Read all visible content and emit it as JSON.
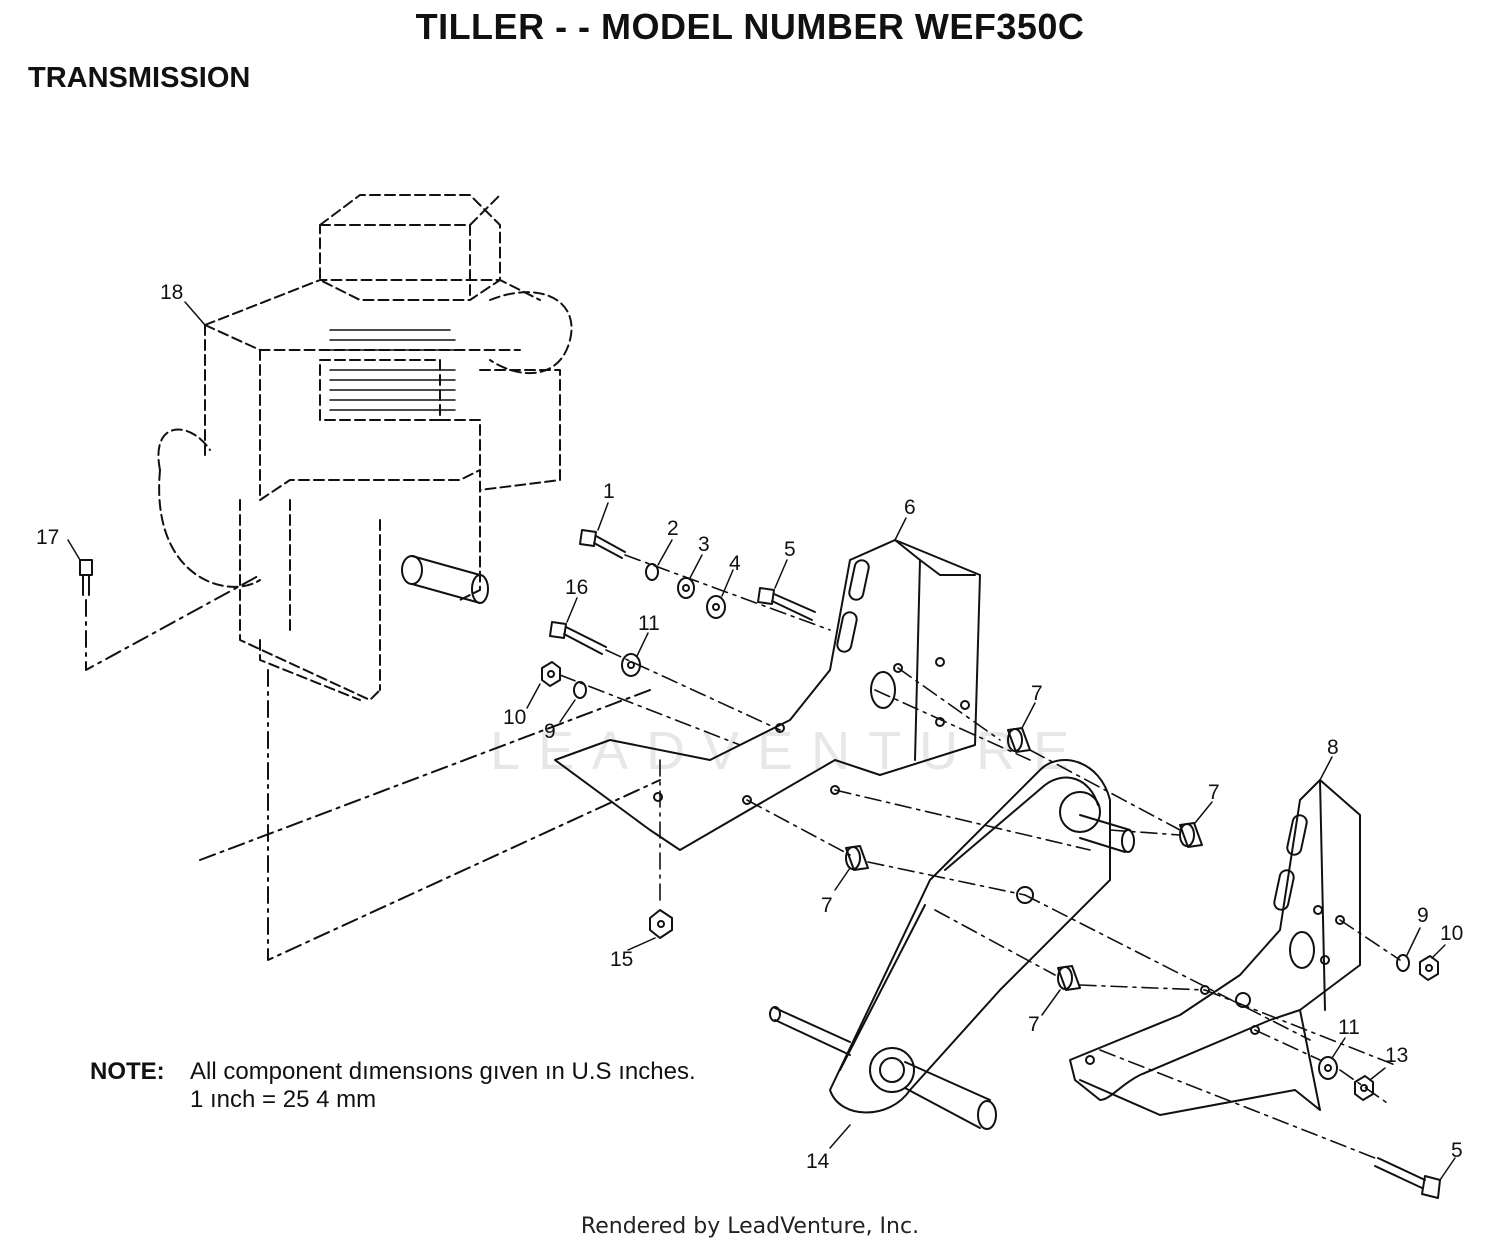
{
  "header": {
    "title": "TILLER - - MODEL NUMBER WEF350C",
    "section": "TRANSMISSION"
  },
  "callouts": [
    "1",
    "2",
    "3",
    "4",
    "5",
    "6",
    "16",
    "11",
    "10",
    "9",
    "7",
    "17",
    "18",
    "8",
    "7",
    "7",
    "9",
    "10",
    "15",
    "7",
    "11",
    "13",
    "14",
    "5"
  ],
  "note": {
    "label": "NOTE:",
    "line1": "All component dımensıons gıven ın U.S  ınches.",
    "line2": "1 ınch = 25 4 mm"
  },
  "watermark": "LEADVENTURE",
  "footer": "Rendered by LeadVenture, Inc.",
  "colors": {
    "ink": "#111111",
    "watermark": "#d8d8d8",
    "background": "#ffffff"
  }
}
